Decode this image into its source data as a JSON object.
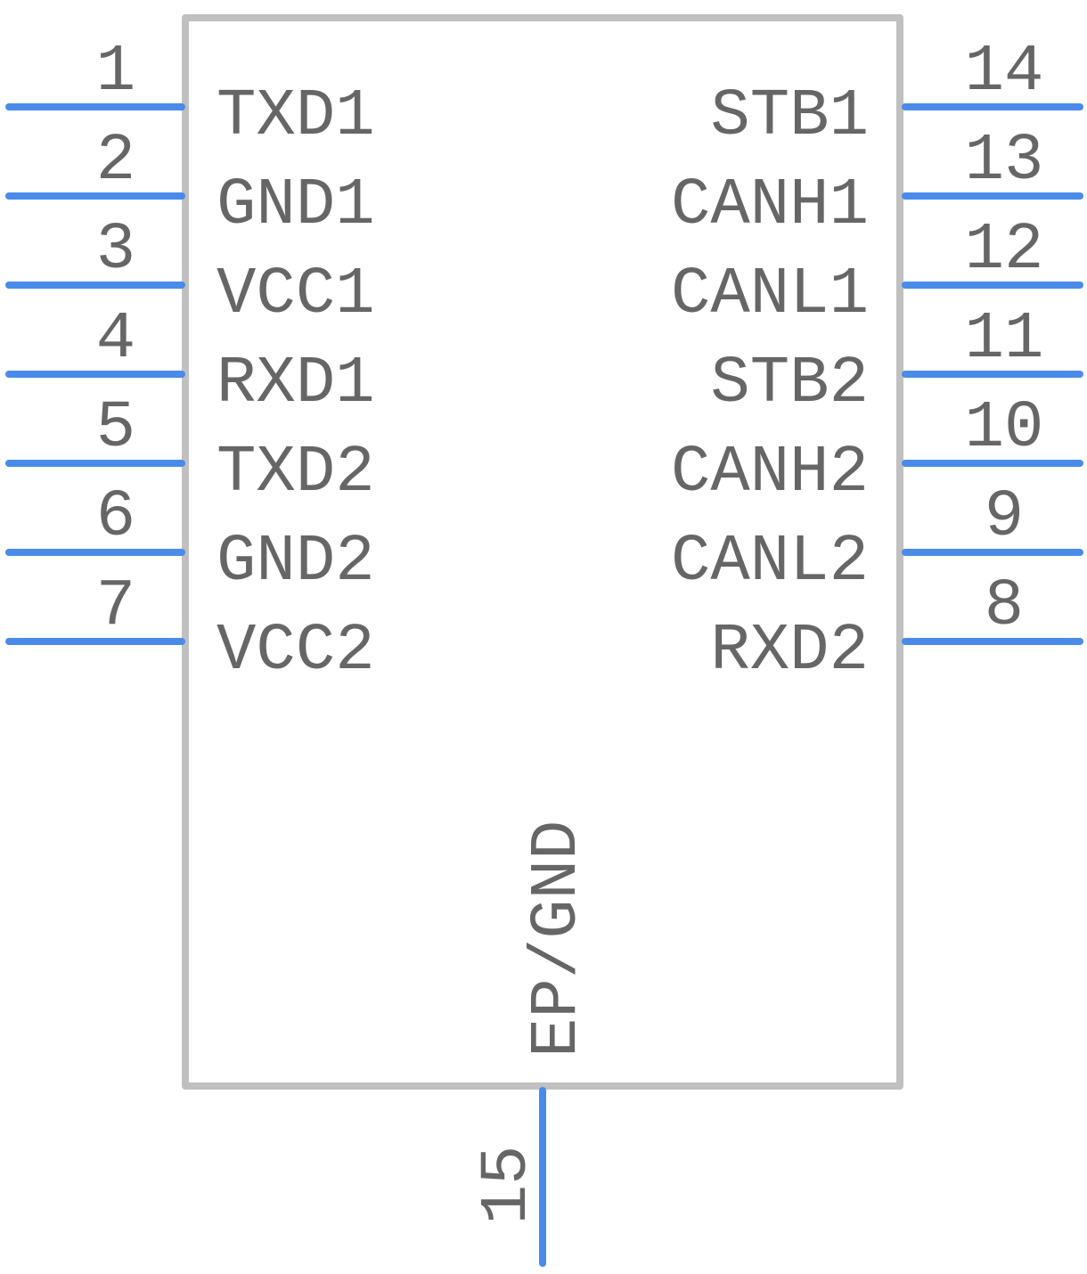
{
  "component": {
    "colors": {
      "body_outline": "#c0c0c0",
      "pin": "#4a8bea",
      "text": "#666666",
      "background": "#ffffff"
    }
  },
  "pins": {
    "left": [
      {
        "number": "1",
        "name": "TXD1"
      },
      {
        "number": "2",
        "name": "GND1"
      },
      {
        "number": "3",
        "name": "VCC1"
      },
      {
        "number": "4",
        "name": "RXD1"
      },
      {
        "number": "5",
        "name": "TXD2"
      },
      {
        "number": "6",
        "name": "GND2"
      },
      {
        "number": "7",
        "name": "VCC2"
      }
    ],
    "right": [
      {
        "number": "14",
        "name": "STB1"
      },
      {
        "number": "13",
        "name": "CANH1"
      },
      {
        "number": "12",
        "name": "CANL1"
      },
      {
        "number": "11",
        "name": "STB2"
      },
      {
        "number": "10",
        "name": "CANH2"
      },
      {
        "number": "9",
        "name": "CANL2"
      },
      {
        "number": "8",
        "name": "RXD2"
      }
    ],
    "bottom": [
      {
        "number": "15",
        "name": "EP/GND"
      }
    ]
  }
}
